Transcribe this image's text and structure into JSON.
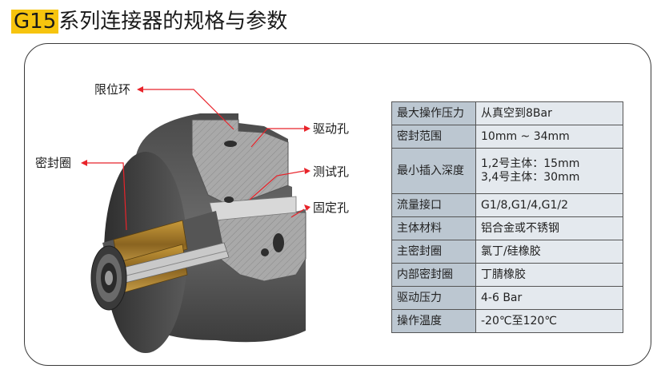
{
  "title": {
    "model": "G15",
    "text": "系列连接器的规格与参数",
    "highlight_color": "#f6c40e"
  },
  "callouts": {
    "limit_ring": "限位环",
    "seal_ring": "密封圈",
    "drive_hole": "驱动孔",
    "test_hole": "测试孔",
    "fix_hole": "固定孔",
    "arrow_color": "#e8232a"
  },
  "specs": [
    {
      "key": "最大操作压力",
      "value": "从真空到8Bar"
    },
    {
      "key": "密封范围",
      "value": "10mm ~ 34mm"
    },
    {
      "key": "最小插入深度",
      "value_lines": [
        "1,2号主体：15mm",
        "3,4号主体：30mm"
      ]
    },
    {
      "key": "流量接口",
      "value": "G1/8,G1/4,G1/2"
    },
    {
      "key": "主体材料",
      "value": "铝合金或不锈钢"
    },
    {
      "key": "主密封圈",
      "value": "氯丁/硅橡胶"
    },
    {
      "key": "内部密封圈",
      "value": "丁腈橡胶"
    },
    {
      "key": "驱动压力",
      "value": "4-6 Bar"
    },
    {
      "key": "操作温度",
      "value": "-20℃至120℃"
    }
  ],
  "colors": {
    "key_cell": "#bcc7d1",
    "value_cell": "#e4e9ee"
  }
}
